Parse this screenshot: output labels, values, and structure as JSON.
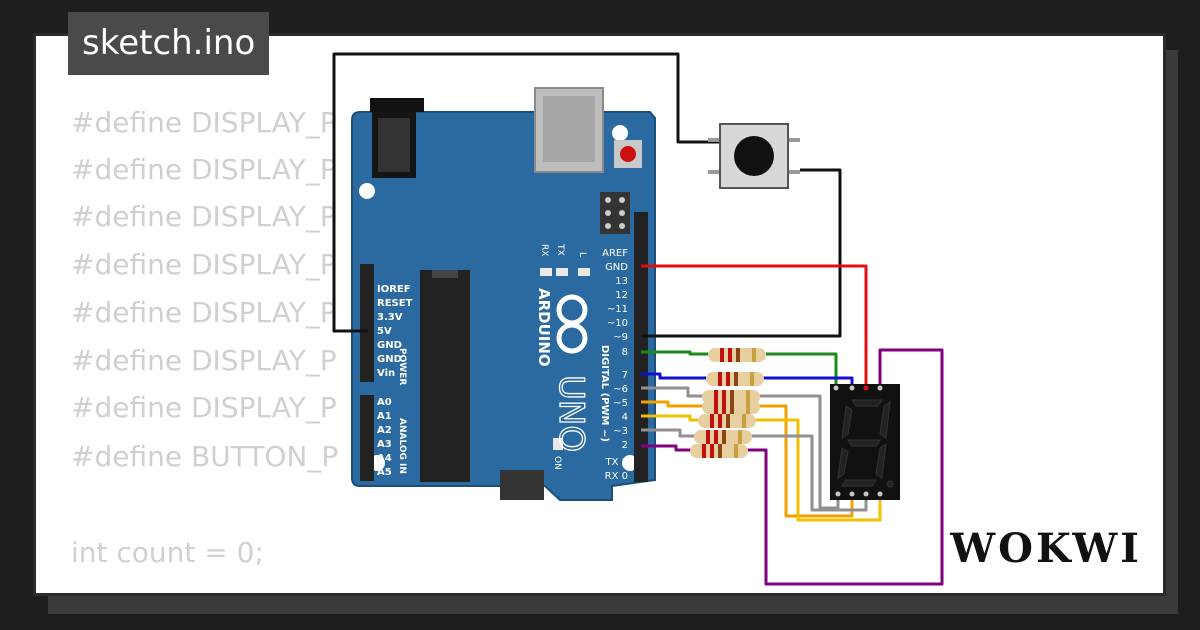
{
  "title": "sketch.ino",
  "code_lines": [
    "#define DISPLAY_P",
    "#define DISPLAY_P",
    "#define DISPLAY_P",
    "#define DISPLAY_P",
    "#define DISPLAY_P",
    "#define DISPLAY_P",
    "#define DISPLAY_P",
    "#define BUTTON_P",
    "",
    "int count = 0;"
  ],
  "brand": "WOKWI",
  "board": {
    "name_arduino": "ARDUINO",
    "name_uno": "UNO",
    "power_pins": [
      "IOREF",
      "RESET",
      "3.3V",
      "5V",
      "GND",
      "GND",
      "Vin"
    ],
    "power_label": "POWER",
    "analog_pins": [
      "A0",
      "A1",
      "A2",
      "A3",
      "A4",
      "A5"
    ],
    "analog_label": "ANALOG IN",
    "digital_pins": [
      "AREF",
      "GND",
      "13",
      "12",
      "~11",
      "~10",
      "~9",
      "8",
      "7",
      "~6",
      "~5",
      "4",
      "~3",
      "2",
      "TX 1",
      "RX 0"
    ],
    "digital_label": "DIGITAL (PWM ~)",
    "led_labels": [
      "TX",
      "RX",
      "L"
    ],
    "on_label": "ON"
  },
  "colors": {
    "board": "#2a6aa0",
    "wire_red": "#e01010",
    "wire_green": "#1a8a1a",
    "wire_blue": "#1010d0",
    "wire_gray": "#909090",
    "wire_yellow": "#f0c000",
    "wire_orange": "#f0a000",
    "wire_purple": "#800080",
    "wire_black": "#111111"
  },
  "icons": [
    "pushbutton-icon",
    "seven-segment-display-icon",
    "resistor-icon",
    "usb-connector-icon",
    "power-jack-icon",
    "reset-button-icon",
    "microcontroller-chip-icon"
  ]
}
